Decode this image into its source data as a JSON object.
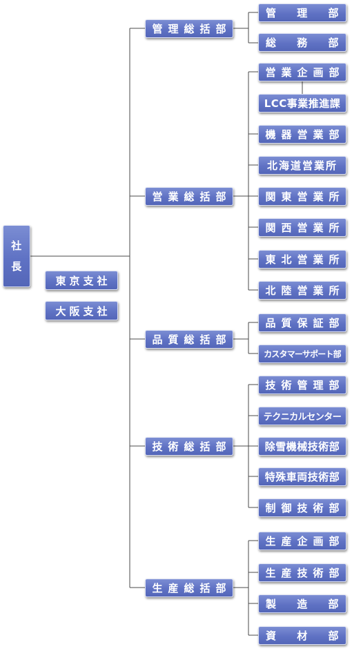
{
  "president": {
    "chars": [
      "社",
      "長"
    ]
  },
  "branches": [
    {
      "id": "tokyo",
      "label": "東京支社"
    },
    {
      "id": "osaka",
      "label": "大阪支社"
    }
  ],
  "divisions": [
    {
      "id": "kanri",
      "label": "管理総括部",
      "departments": [
        {
          "id": "kanri-bu",
          "label": "管　理　部",
          "chars": [
            "管",
            "理",
            "部"
          ]
        },
        {
          "id": "somu-bu",
          "label": "総　務　部",
          "chars": [
            "総",
            "務",
            "部"
          ]
        }
      ]
    },
    {
      "id": "eigyo",
      "label": "営業総括部",
      "departments": [
        {
          "id": "eigyo-kikaku",
          "label": "営業企画部"
        },
        {
          "id": "lcc",
          "label": "LCC事業推進課"
        },
        {
          "id": "kiki-eigyo",
          "label": "機器営業部"
        },
        {
          "id": "hokkaido",
          "label": "北海道営業所"
        },
        {
          "id": "kanto",
          "label": "関東営業所"
        },
        {
          "id": "kansai",
          "label": "関西営業所"
        },
        {
          "id": "tohoku",
          "label": "東北営業所"
        },
        {
          "id": "hokuriku",
          "label": "北陸営業所"
        }
      ]
    },
    {
      "id": "hinshitsu",
      "label": "品質総括部",
      "departments": [
        {
          "id": "hinshitsu-hosho",
          "label": "品質保証部"
        },
        {
          "id": "customer-support",
          "label": "カスタマーサポート部"
        }
      ]
    },
    {
      "id": "gijutsu",
      "label": "技術総括部",
      "departments": [
        {
          "id": "gijutsu-kanri",
          "label": "技術管理部"
        },
        {
          "id": "technical-center",
          "label": "テクニカルセンター"
        },
        {
          "id": "josetsu",
          "label": "除雪機械技術部"
        },
        {
          "id": "tokushu",
          "label": "特殊車両技術部"
        },
        {
          "id": "seigyo",
          "label": "制御技術部"
        }
      ]
    },
    {
      "id": "seisan",
      "label": "生産総括部",
      "departments": [
        {
          "id": "seisan-kikaku",
          "label": "生産企画部"
        },
        {
          "id": "seisan-gijutsu",
          "label": "生産技術部"
        },
        {
          "id": "seizo",
          "label": "製　造　部",
          "chars": [
            "製",
            "造",
            "部"
          ]
        },
        {
          "id": "shizai",
          "label": "資　材　部",
          "chars": [
            "資",
            "材",
            "部"
          ]
        }
      ]
    }
  ]
}
